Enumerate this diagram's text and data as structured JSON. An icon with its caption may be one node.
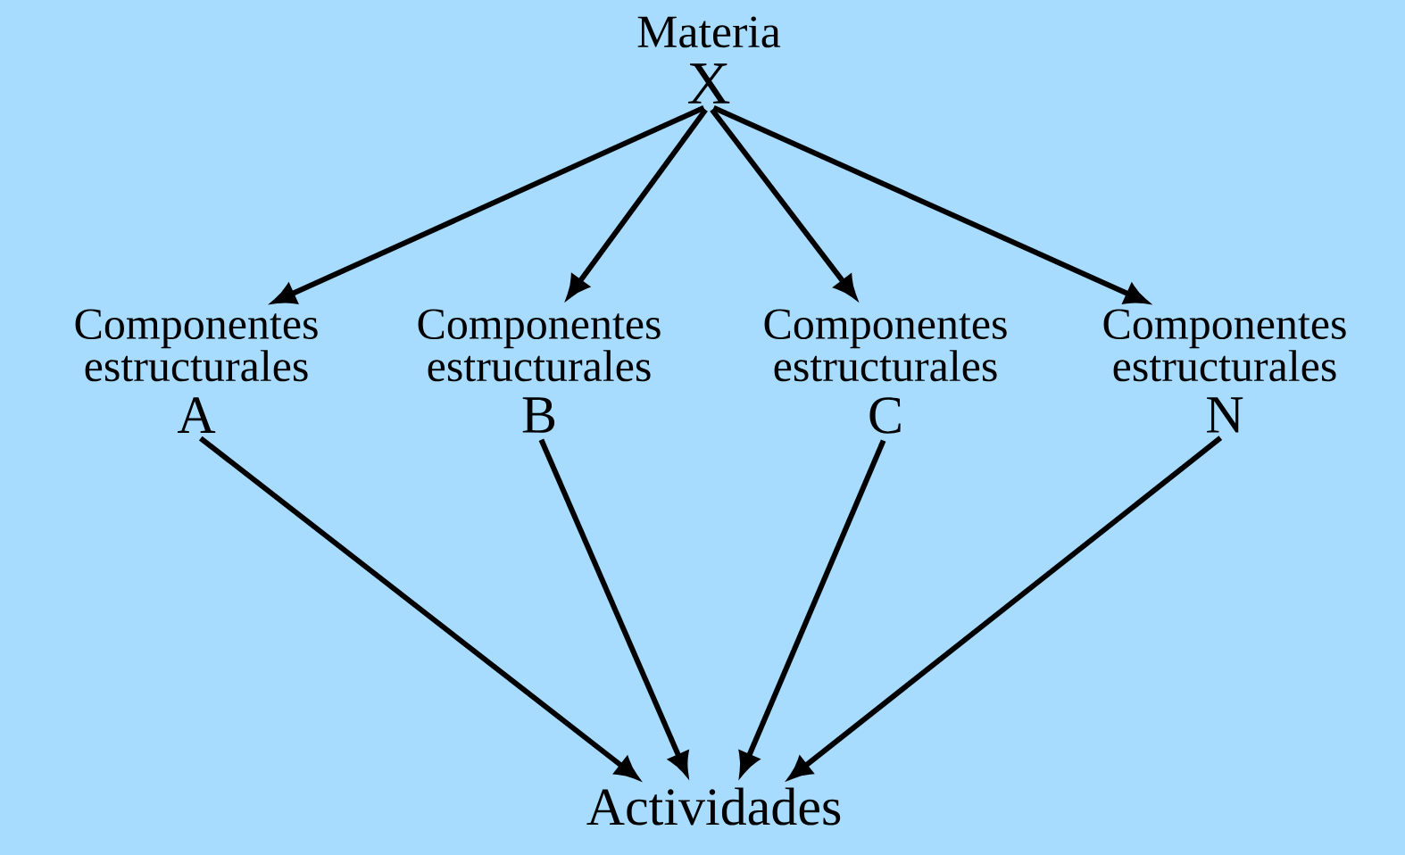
{
  "diagram": {
    "nodes": [
      {
        "text": [
          "Materia",
          "X"
        ]
      },
      {
        "text": [
          "Componentes estructurales",
          "A"
        ]
      },
      {
        "text": [
          "Componentes estructurales",
          "B"
        ]
      },
      {
        "text": [
          "Componentes estructurales",
          "C"
        ]
      },
      {
        "text": [
          "Componentes estructurales",
          "N"
        ]
      },
      {
        "text": [
          "Actividades"
        ]
      }
    ],
    "edges": [
      {
        "from": 0,
        "to": 1,
        "arrow": "to"
      },
      {
        "from": 0,
        "to": 2,
        "arrow": "to"
      },
      {
        "from": 0,
        "to": 3,
        "arrow": "to"
      },
      {
        "from": 0,
        "to": 4,
        "arrow": "to"
      },
      {
        "from": 1,
        "to": 5,
        "arrow": "to"
      },
      {
        "from": 2,
        "to": 5,
        "arrow": "to"
      },
      {
        "from": 3,
        "to": 5,
        "arrow": "to"
      },
      {
        "from": 4,
        "to": 5,
        "arrow": "to"
      }
    ]
  }
}
